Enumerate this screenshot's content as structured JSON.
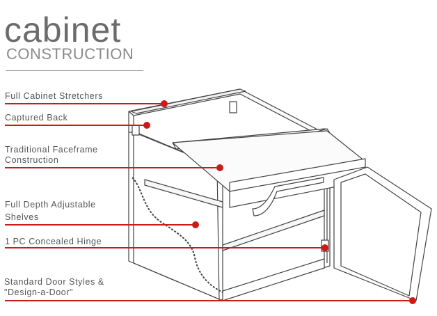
{
  "header": {
    "title": "cabinet",
    "subtitle": "CONSTRUCTION"
  },
  "callouts": [
    {
      "lines": [
        "Full Cabinet Stretchers"
      ]
    },
    {
      "lines": [
        "Captured Back"
      ]
    },
    {
      "lines": [
        "Traditional Faceframe",
        "Construction"
      ]
    },
    {
      "lines": [
        "Full Depth Adjustable",
        "Shelves"
      ]
    },
    {
      "lines": [
        "1 PC Concealed Hinge"
      ]
    },
    {
      "lines": [
        "Standard Door Styles &",
        "\"Design-a-Door\""
      ]
    }
  ],
  "colors": {
    "callout_line": "#cc1a1a",
    "title": "#6b6b6b",
    "label": "#555555",
    "drawing_stroke": "#444444"
  }
}
